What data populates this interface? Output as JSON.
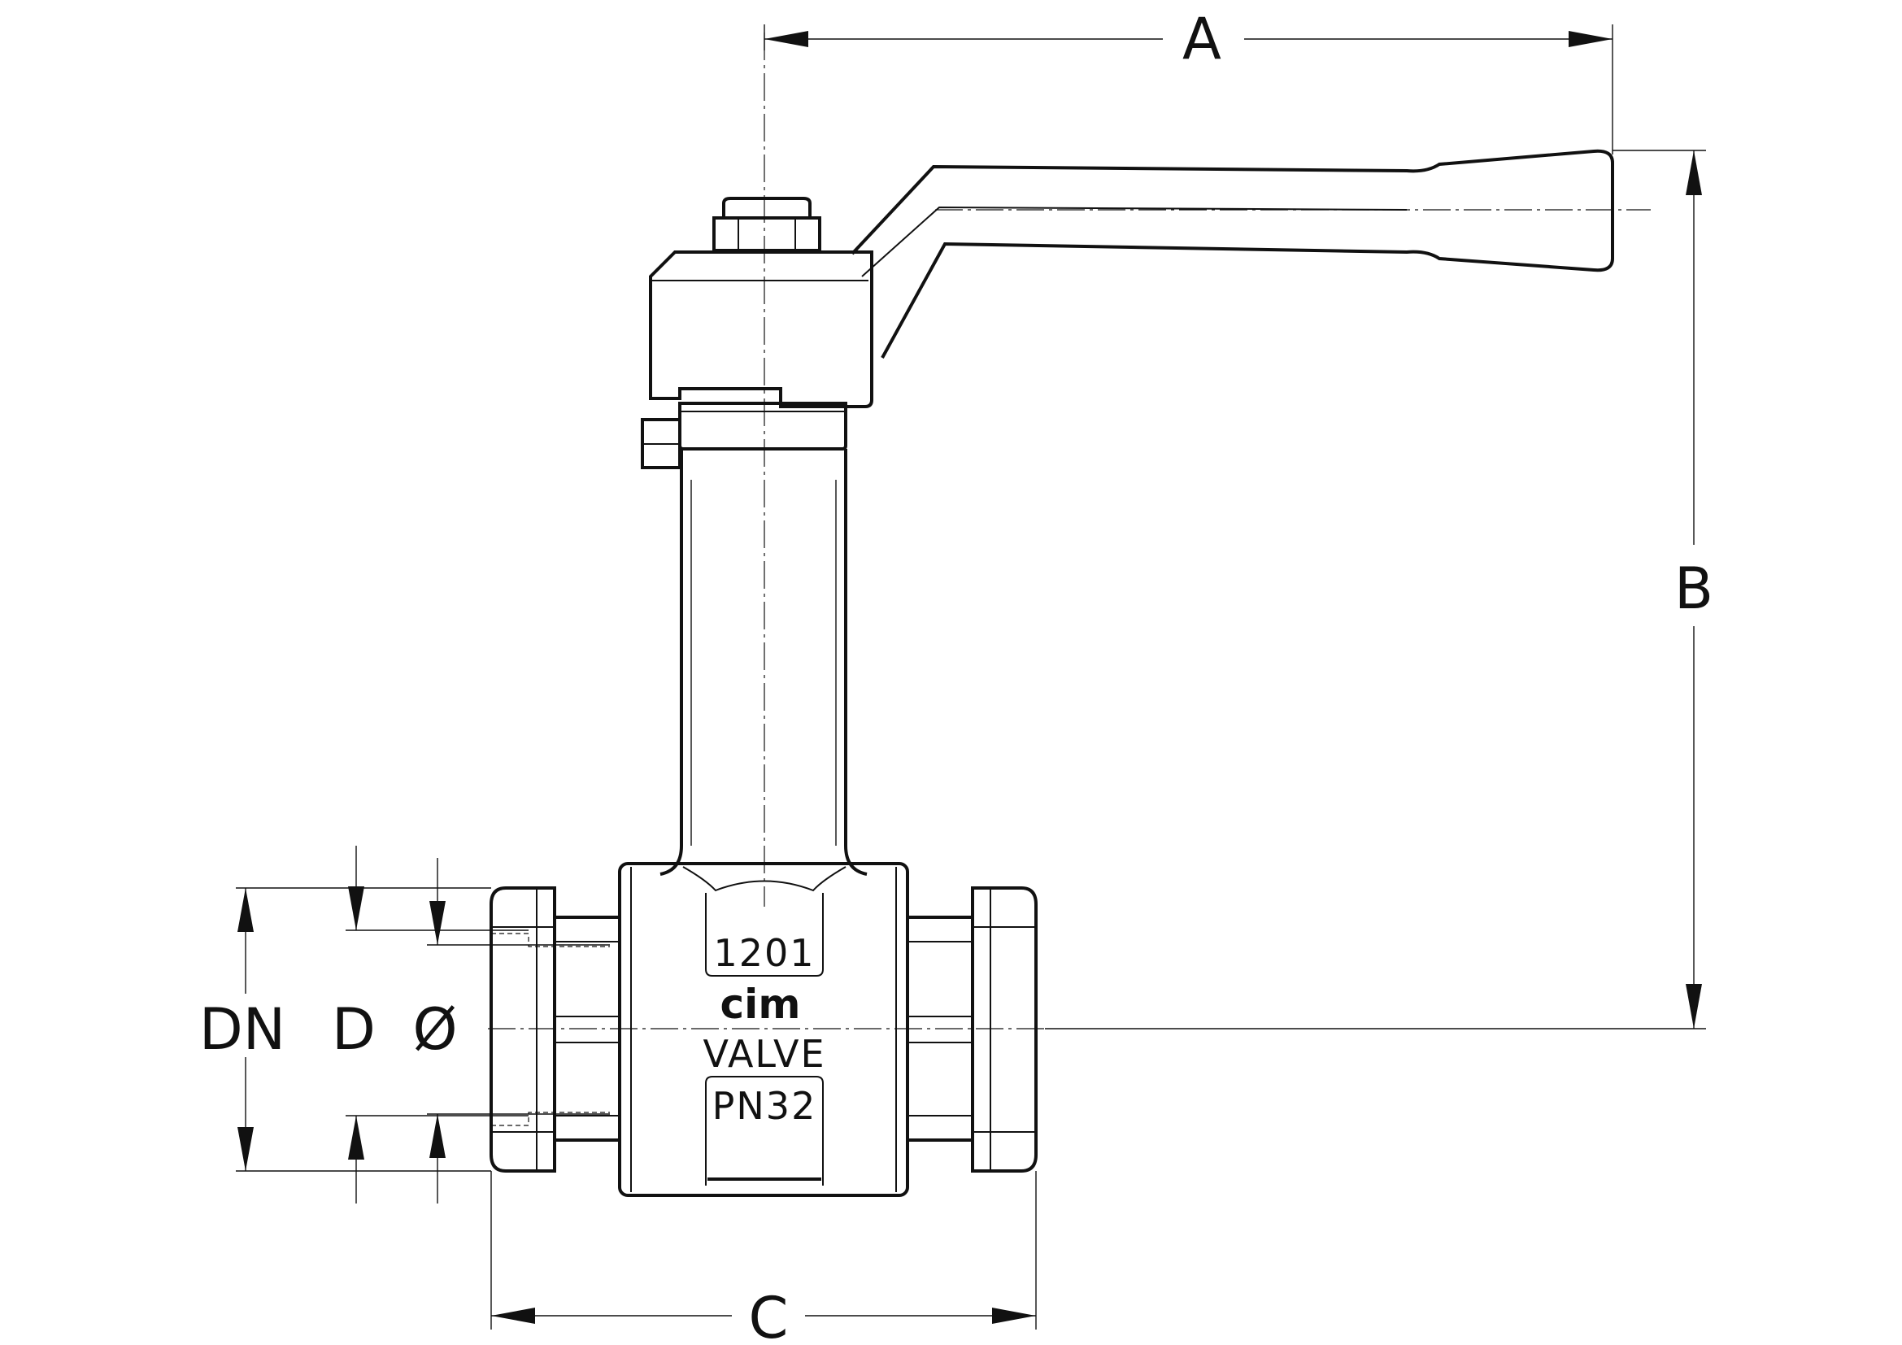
{
  "dimensions": {
    "overall_width": "A",
    "overall_height": "B",
    "body_length": "C",
    "nominal_diameter": "DN",
    "thread_diameter": "D",
    "bore_diameter": "Ø"
  },
  "body_markings": {
    "model": "1201",
    "brand": "cim",
    "type": "VALVE",
    "pressure_rating": "PN32"
  }
}
